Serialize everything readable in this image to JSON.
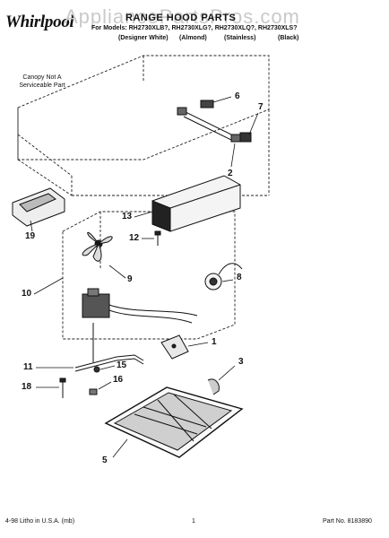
{
  "header": {
    "logo": "Whirlpool",
    "watermark": "AppliancePartsPros.com",
    "title": "RANGE HOOD PARTS",
    "models": "For Models: RH2730XLB?, RH2730XLG?, RH2730XLQ?, RH2730XLS?",
    "finishes": [
      "(Designer White)",
      "(Almond)",
      "(Stainless)",
      "(Black)"
    ]
  },
  "note": {
    "line1": "Canopy Not A",
    "line2": "Serviceable Part"
  },
  "callouts": [
    "6",
    "7",
    "2",
    "13",
    "12",
    "19",
    "9",
    "8",
    "10",
    "1",
    "11",
    "15",
    "3",
    "18",
    "16",
    "5"
  ],
  "footer": {
    "left": "4-98 Litho in U.S.A. (mb)",
    "page": "1",
    "right": "Part No. 8183890"
  }
}
